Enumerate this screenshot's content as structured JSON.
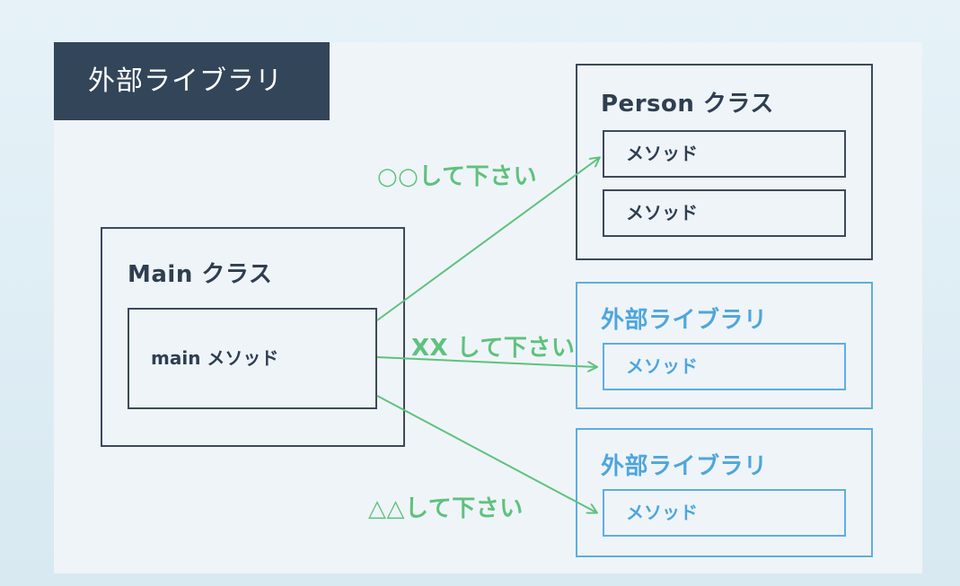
{
  "header": {
    "title": "外部ライブラリ"
  },
  "main_class": {
    "title": "Main クラス",
    "method": "main メソッド"
  },
  "person_class": {
    "title": "Person クラス",
    "methods": [
      "メソッド",
      "メソッド"
    ]
  },
  "library_1": {
    "title": "外部ライブラリ",
    "method": "メソッド"
  },
  "library_2": {
    "title": "外部ライブラリ",
    "method": "メソッド"
  },
  "arrows": {
    "to_person": "○○して下さい",
    "to_library_1": "XX して下さい",
    "to_library_2": "△△して下さい"
  },
  "colors": {
    "dark": "#3b4a5c",
    "blue": "#5eaee0",
    "green": "#5ec27d",
    "header_bg": "#334559"
  }
}
